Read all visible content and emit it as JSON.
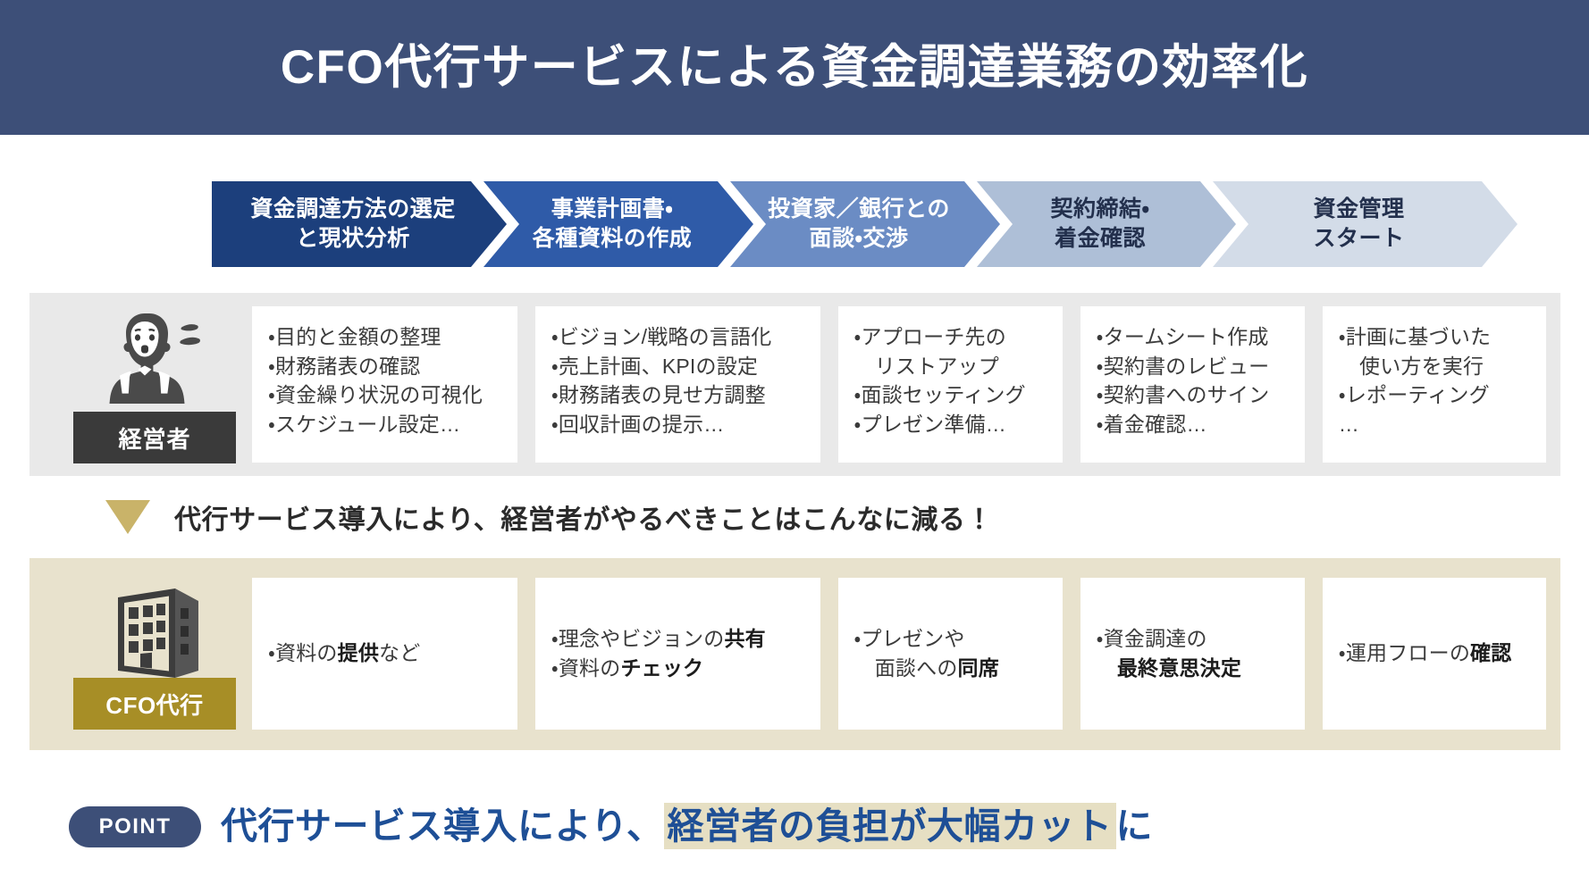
{
  "header": {
    "title": "CFO代行サービスによる資金調達業務の効率化",
    "bg_color": "#3d4f78"
  },
  "flow": {
    "steps": [
      {
        "label": "資金調達方法の選定\nと現状分析",
        "bg_color": "#1c3f7c",
        "text_color": "#ffffff"
      },
      {
        "label": "事業計画書・\n各種資料の作成",
        "bg_color": "#2f5ba8",
        "text_color": "#ffffff"
      },
      {
        "label": "投資家／銀行との\n面談・交渉",
        "bg_color": "#6b8cc4",
        "text_color": "#ffffff"
      },
      {
        "label": "契約締結・\n着金確認",
        "bg_color": "#aebfd7",
        "text_color": "#23304d"
      },
      {
        "label": "資金管理\nスタート",
        "bg_color": "#d3dce8",
        "text_color": "#23304d"
      }
    ]
  },
  "owner_row": {
    "band_color": "#e9e9e9",
    "persona": {
      "label": "経営者",
      "tag_color": "#3a3a3a",
      "icon": "worried-businessman-icon"
    },
    "cards": [
      {
        "items": [
          "・目的と金額の整理",
          "・財務諸表の確認",
          "・資金繰り状況の可視化",
          "・スケジュール設定…"
        ]
      },
      {
        "items": [
          "・ビジョン/戦略の言語化",
          "・売上計画、KPIの設定",
          "・財務諸表の見せ方調整",
          "・回収計画の提示…"
        ]
      },
      {
        "items": [
          "・アプローチ先の\n　リストアップ",
          "・面談セッティング",
          "・プレゼン準備…"
        ]
      },
      {
        "items": [
          "・タームシート作成",
          "・契約書のレビュー",
          "・契約書へのサイン",
          "・着金確認…"
        ]
      },
      {
        "items": [
          "・計画に基づいた\n　使い方を実行",
          "・レポーティング",
          "…"
        ]
      }
    ]
  },
  "middle_callout": {
    "text": "代行サービス導入により、経営者がやるべきことはこんなに減る！",
    "marker_color": "#c9b369",
    "marker_icon": "triangle-down-icon"
  },
  "cfo_row": {
    "band_color": "#e8e2cd",
    "persona": {
      "label": "CFO代行",
      "tag_color": "#a78e26",
      "icon": "office-building-icon"
    },
    "cards": [
      {
        "items": [
          {
            "prefix": "・資料の",
            "bold": "提供",
            "suffix": "など"
          }
        ]
      },
      {
        "items": [
          {
            "prefix": "・理念やビジョンの",
            "bold": "共有",
            "suffix": ""
          },
          {
            "prefix": "・資料の",
            "bold": "チェック",
            "suffix": ""
          }
        ]
      },
      {
        "items": [
          {
            "prefix": "・プレゼンや\n　面談への",
            "bold": "同席",
            "suffix": ""
          }
        ]
      },
      {
        "items": [
          {
            "prefix": "・資金調達の\n　",
            "bold": "最終意思決定",
            "suffix": ""
          }
        ]
      },
      {
        "items": [
          {
            "prefix": "・運用フローの",
            "bold": "確認",
            "suffix": ""
          }
        ]
      }
    ]
  },
  "point_footer": {
    "badge": "POINT",
    "badge_color": "#3d4f78",
    "text_before": "代行サービス導入により、",
    "text_highlight": "経営者の負担が大幅カット",
    "text_after": "に",
    "text_color": "#1e4f96",
    "highlight_color": "#e6dfc3"
  }
}
